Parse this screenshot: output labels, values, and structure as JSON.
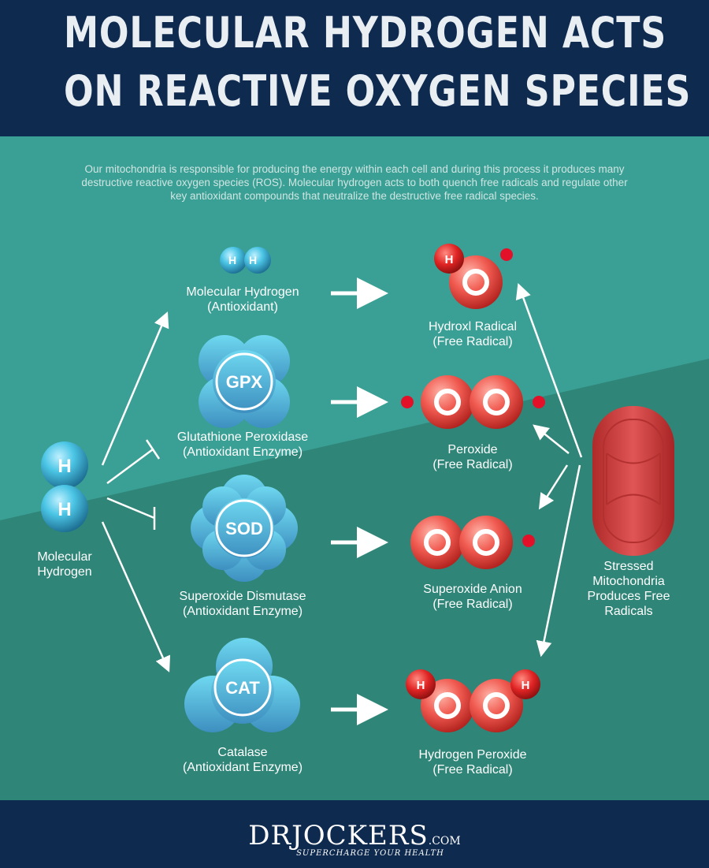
{
  "header": {
    "title_line1": "MOLECULAR HYDROGEN ACTS",
    "title_line2": "ON REACTIVE OXYGEN SPECIES"
  },
  "intro": {
    "line1": "Our mitochondria is responsible for producing the energy within each cell and during this process it produces many",
    "line2": "destructive reactive oxygen species (ROS). Molecular hydrogen acts to both quench free radicals and regulate other",
    "line3": "key antioxidant compounds that neutralize the destructive free radical species."
  },
  "left": {
    "h_top": "H",
    "h_bottom": "H",
    "label1": "Molecular",
    "label2": "Hydrogen"
  },
  "antioxidants": [
    {
      "badge": "H H",
      "line1": "Molecular Hydrogen",
      "line2": "(Antioxidant)"
    },
    {
      "badge": "GPX",
      "line1": "Glutathione Peroxidase",
      "line2": "(Antioxidant Enzyme)"
    },
    {
      "badge": "SOD",
      "line1": "Superoxide Dismutase",
      "line2": "(Antioxidant Enzyme)"
    },
    {
      "badge": "CAT",
      "line1": "Catalase",
      "line2": "(Antioxidant Enzyme)"
    }
  ],
  "radicals": [
    {
      "line1": "Hydroxl Radical",
      "line2": "(Free Radical)",
      "atoms": [
        "H",
        "O"
      ]
    },
    {
      "line1": "Peroxide",
      "line2": "(Free Radical)",
      "atoms": [
        "O",
        "O"
      ]
    },
    {
      "line1": "Superoxide Anion",
      "line2": "(Free Radical)",
      "atoms": [
        "O",
        "O"
      ]
    },
    {
      "line1": "Hydrogen Peroxide",
      "line2": "(Free Radical)",
      "atoms": [
        "H",
        "O",
        "O",
        "H"
      ]
    }
  ],
  "mitochondria": {
    "line1": "Stressed",
    "line2": "Mitochondria",
    "line3": "Produces Free",
    "line4": "Radicals"
  },
  "footer": {
    "logo": "DRJOCKERS",
    "logo_suffix": ".COM",
    "tagline": "SUPERCHARGE YOUR HEALTH"
  },
  "colors": {
    "navy": "#0f2a4f",
    "teal_light": "#3a9f94",
    "teal_dark": "#2f8577",
    "radical_red": "#e8403f",
    "enzyme_blue": "#5cc0dd"
  }
}
